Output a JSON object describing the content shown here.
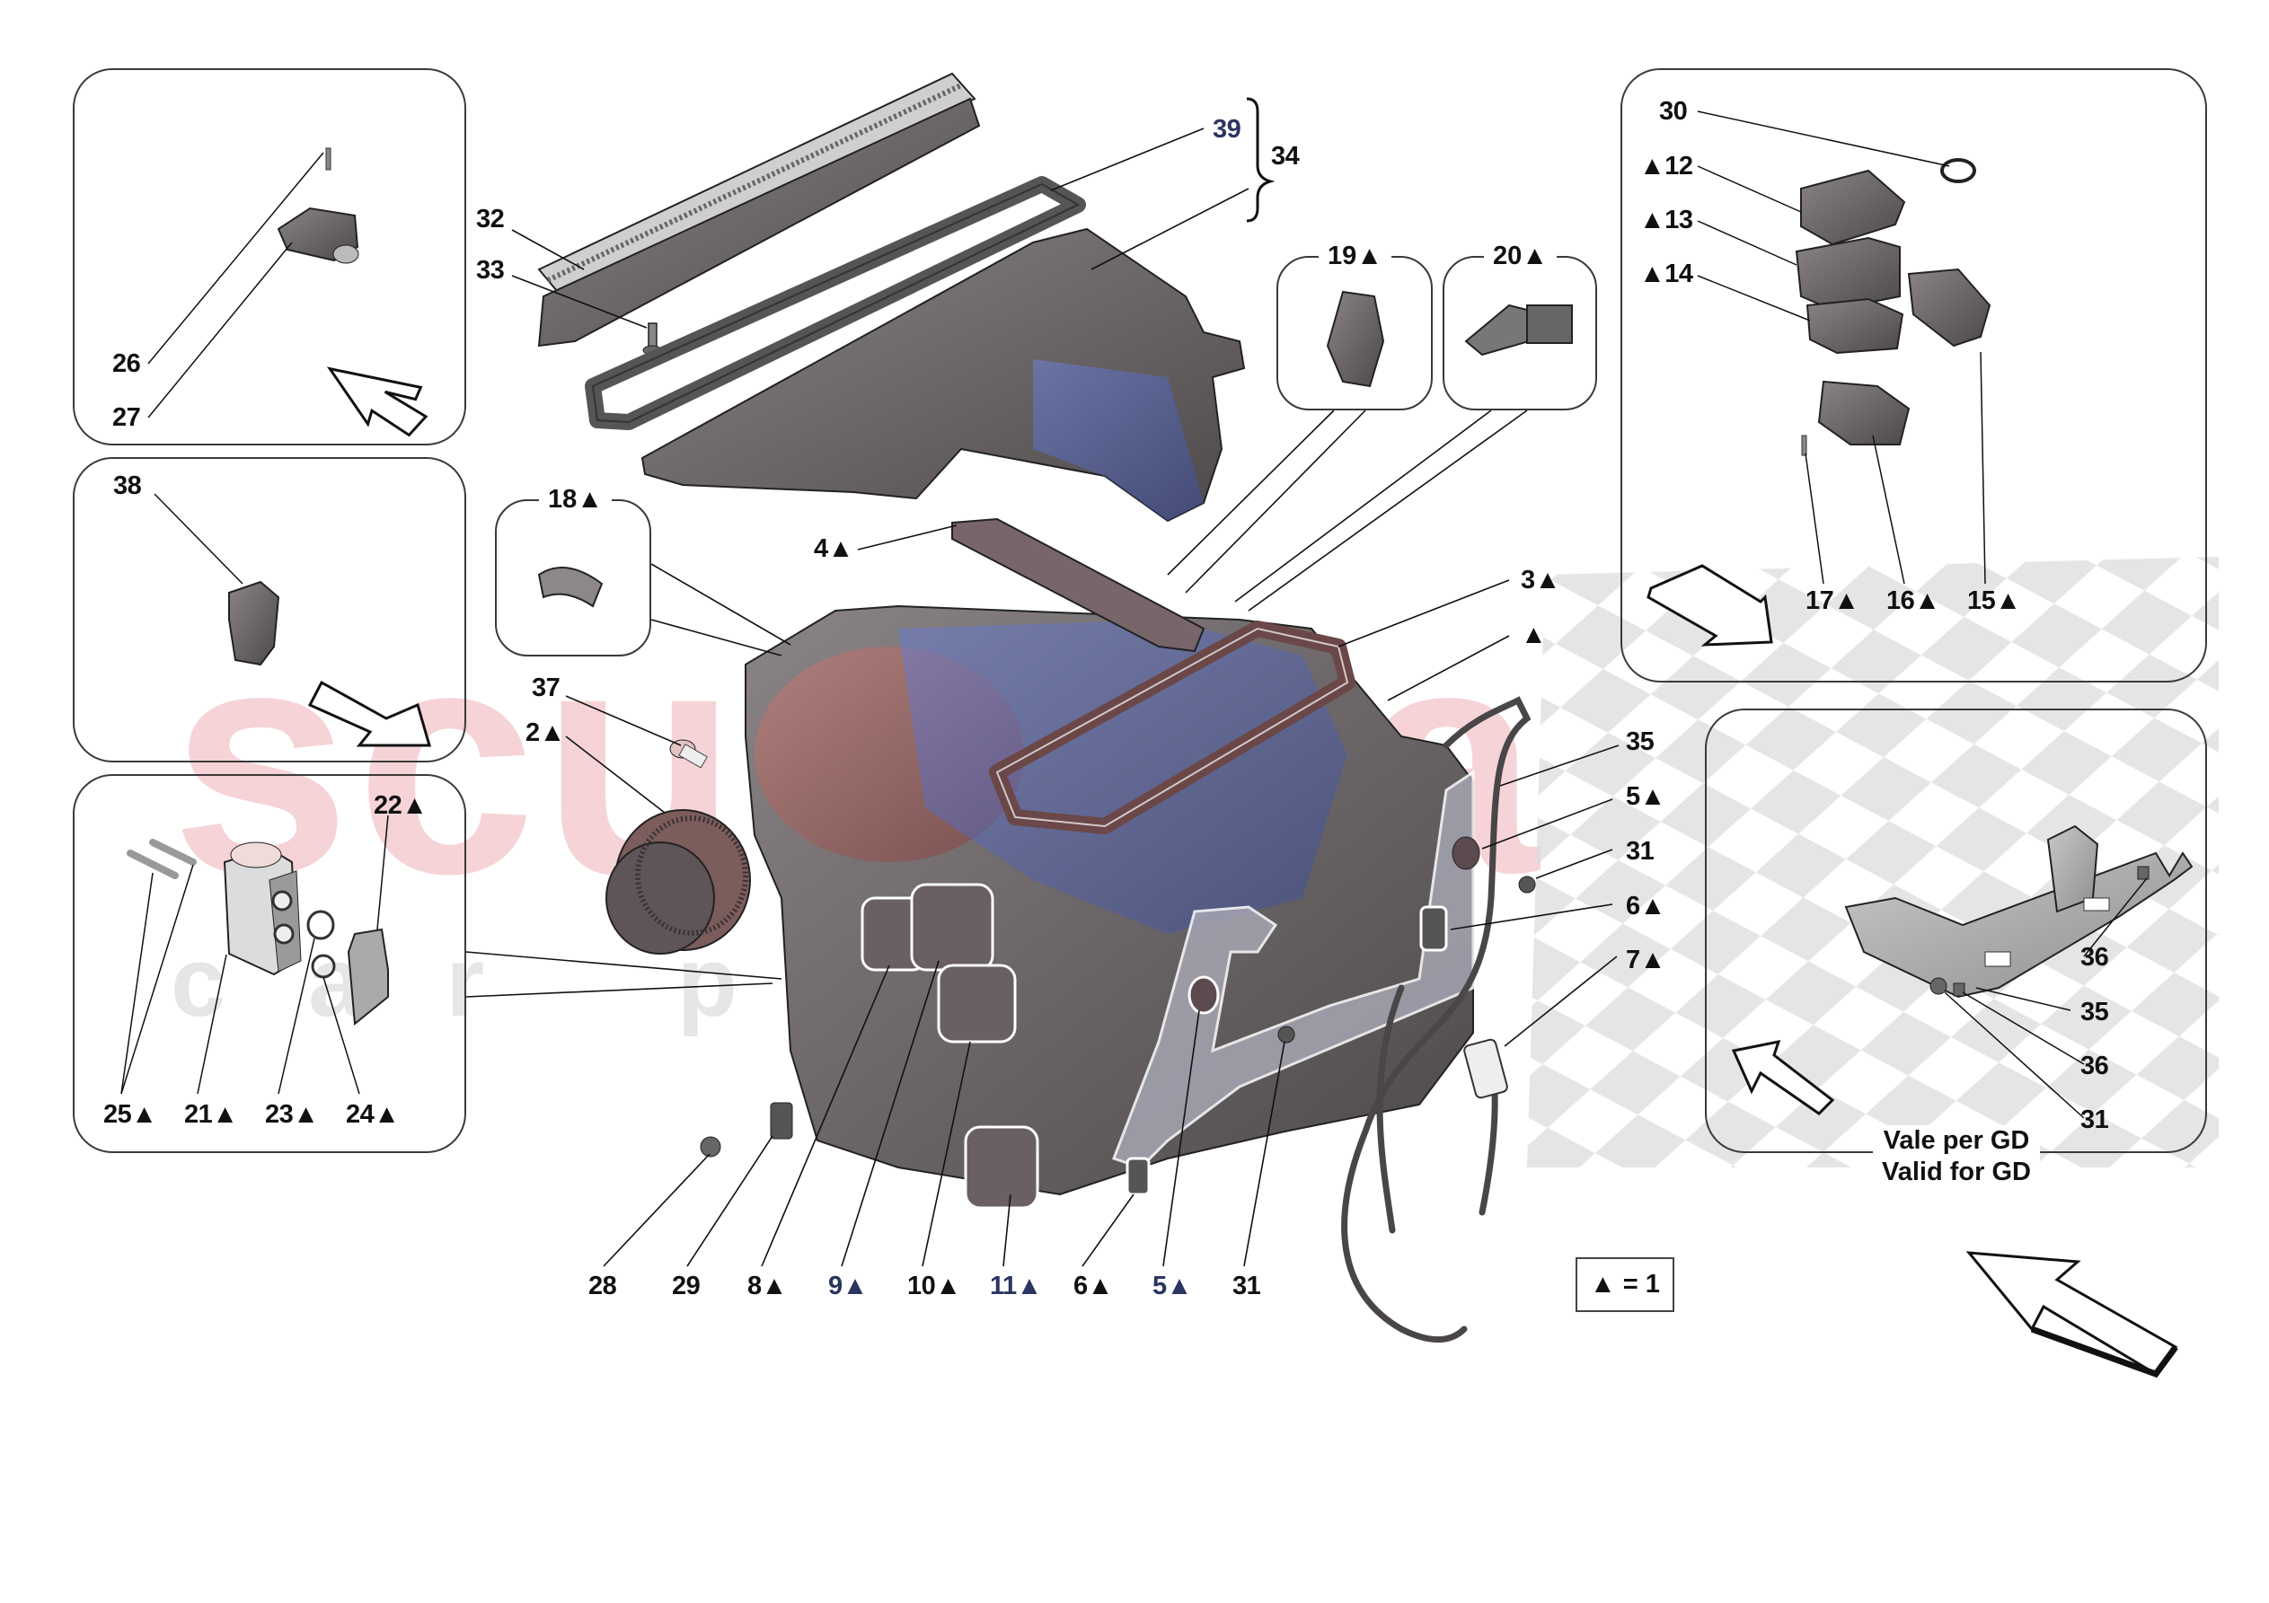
{
  "diagram": {
    "type": "exploded-parts-view",
    "subject": "Climate control / HVAC unit assembly",
    "watermark": {
      "line1": "scuderia",
      "line2": "car parts",
      "color_red": "#f4c4c8",
      "color_grey": "#e2e2e2"
    },
    "legend": {
      "symbol": "▲",
      "text": "▲ = 1"
    },
    "callouts": {
      "c32": "32",
      "c33": "33",
      "c39": "39",
      "c34": "34",
      "c4": "4▲",
      "c3": "3▲",
      "c3b": "▲",
      "c37": "37",
      "c2": "2▲",
      "c35": "35",
      "c5r": "5▲",
      "c31r": "31",
      "c6r": "6▲",
      "c7": "7▲",
      "c28": "28",
      "c29": "29",
      "c8": "8▲",
      "c9": "9▲",
      "c10": "10▲",
      "c11": "11▲",
      "c6b": "6▲",
      "c5b": "5▲",
      "c31b": "31"
    },
    "panels": {
      "top_left": {
        "callouts": [
          "26",
          "27"
        ]
      },
      "mid_left": {
        "callouts": [
          "38"
        ]
      },
      "bottom_left": {
        "callouts": [
          "22▲",
          "25▲",
          "21▲",
          "23▲",
          "24▲"
        ]
      },
      "box18": {
        "title": "18▲"
      },
      "box19": {
        "title": "19▲"
      },
      "box20": {
        "title": "20▲"
      },
      "top_right": {
        "callouts": [
          "30",
          "▲12",
          "▲13",
          "▲14",
          "17▲",
          "16▲",
          "15▲"
        ]
      },
      "bottom_right": {
        "callouts": [
          "36",
          "35",
          "36",
          "31"
        ],
        "note_it": "Vale per GD",
        "note_en": "Valid for GD"
      }
    },
    "colors": {
      "line": "#111111",
      "panel_border": "#3a3a3a",
      "part_dark": "#5f5a5c",
      "part_mid": "#8d8789",
      "part_light": "#b5b0b2",
      "part_highlight_blue": "#5c6fc4",
      "part_highlight_red": "#a0605e",
      "bracket": "#9a9a9a",
      "checker": "#d8d8d8"
    }
  }
}
